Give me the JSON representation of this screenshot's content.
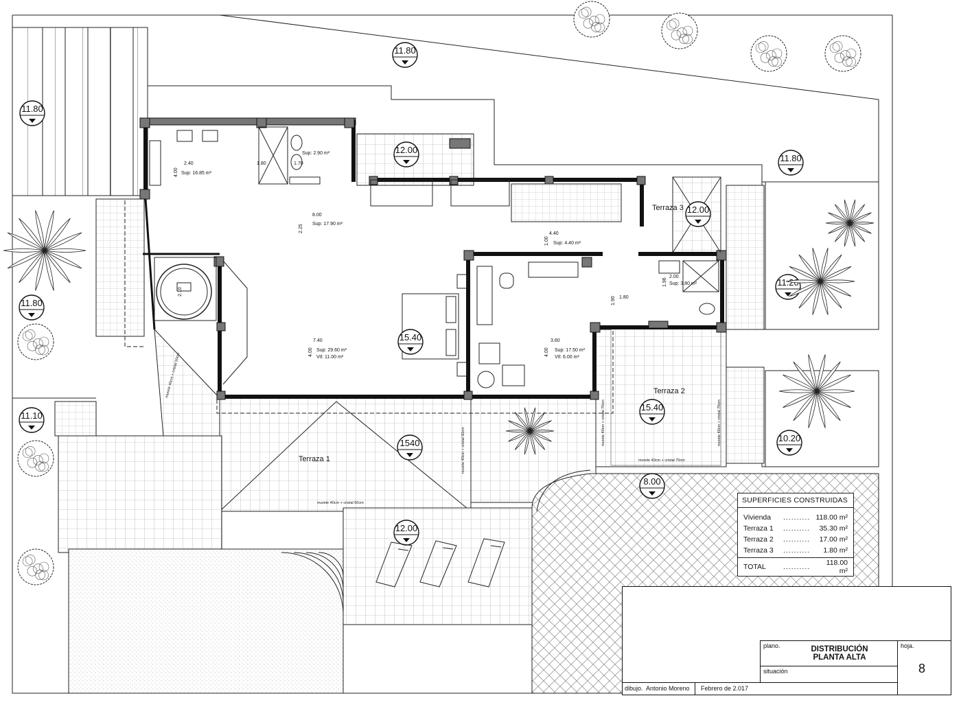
{
  "levels": {
    "l1": "11.80",
    "l2": "11.80",
    "l3": "12.00",
    "l4": "11.80",
    "l5": "12.00",
    "l6": "11.80",
    "l7": "11.20",
    "l8": "15.40",
    "l9": "11.10",
    "l10": "15.40",
    "l11": "1540",
    "l12": "10.20",
    "l13": "8.00",
    "l14": "12.00"
  },
  "rooms": {
    "kitchen_sup": "Sup: 16.85 m²",
    "bath1_sup": "Sup: 2.90 m²",
    "living_sup": "Sup: 17.90 m²",
    "hall_sup": "Sup: 4.40 m²",
    "bed1_sup": "Sup: 29.60 m²",
    "bed1_vtl": "Vtl: 11.00 m²",
    "bed2_sup": "Sup: 17.50 m²",
    "bed2_vtl": "Vtl: 6.00 m²",
    "bath2_sup": "Sup: 3.80 m²",
    "terraza1": "Terraza 1",
    "terraza2": "Terraza 2",
    "terraza3": "Terraza 3"
  },
  "dims": {
    "d240": "2.40",
    "d400a": "4.00",
    "d180a": "1.80",
    "d170": "1.70",
    "d800": "8.00",
    "d225": "2.25",
    "d440": "4.40",
    "d100": "1.00",
    "d210": "2.10",
    "d740": "7.40",
    "d400b": "4.00",
    "d360": "3.60",
    "d400c": "4.00",
    "d200": "2.00",
    "d190": "1.90",
    "d180b": "1.80",
    "d196": "1.96"
  },
  "notes": {
    "murete1": "murete 40cm + cristal 50cm",
    "murete2": "murete 40cm + cristal 70cm",
    "murete3": "murete 40cm + cristal 50cm",
    "murete4": "murete 40cm + cristal 70cm",
    "murete5": "murete 40cm + cristal 70cm",
    "murete6": "murete 40cm + cristal 50cm"
  },
  "table": {
    "header": "SUPERFICIES CONSTRUIDAS",
    "rows": [
      {
        "name": "Vivienda",
        "dots": "..........",
        "value": "118.00 m²"
      },
      {
        "name": "Terraza 1",
        "dots": "..........",
        "value": "35.30 m²"
      },
      {
        "name": "Terraza 2",
        "dots": "..........",
        "value": "17.00 m²"
      },
      {
        "name": "Terraza 3",
        "dots": "..........",
        "value": "1.80 m²"
      }
    ],
    "total_name": "TOTAL",
    "total_dots": "..........",
    "total_value": "118.00 m²"
  },
  "title_block": {
    "plano_label": "plano.",
    "title_line1": "DISTRIBUCIÓN",
    "title_line2": "PLANTA ALTA",
    "hoja_label": "hoja.",
    "hoja_value": "8",
    "situacion_label": "situación",
    "dibujo_label": "dibujo.",
    "dibujo_value": "Antonio Moreno",
    "date": "Febrero de 2.017"
  },
  "icons": [
    "palm-tree-icon",
    "tree-icon",
    "jacuzzi-icon",
    "sun-lounger-icon",
    "shower-icon",
    "toilet-icon",
    "bed-icon",
    "level-marker-icon"
  ]
}
